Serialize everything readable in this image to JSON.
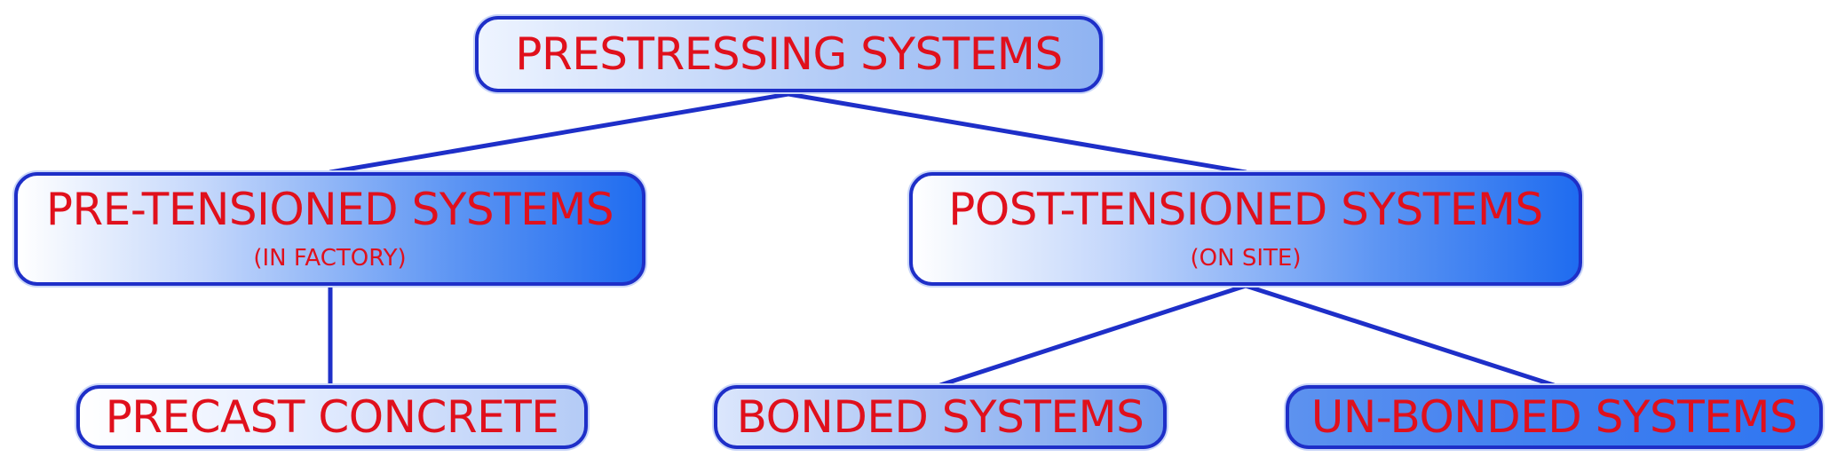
{
  "diagram": {
    "nodes": {
      "root": {
        "label": "PRESTRESSING SYSTEMS"
      },
      "pre_tensioned": {
        "label": "PRE-TENSIONED SYSTEMS",
        "sublabel": "(IN FACTORY)"
      },
      "post_tensioned": {
        "label": "POST-TENSIONED SYSTEMS",
        "sublabel": "(ON SITE)"
      },
      "precast": {
        "label": "PRECAST CONCRETE"
      },
      "bonded": {
        "label": "BONDED SYSTEMS"
      },
      "unbonded": {
        "label": "UN-BONDED SYSTEMS"
      }
    },
    "edges": [
      {
        "from": "root",
        "to": "pre_tensioned"
      },
      {
        "from": "root",
        "to": "post_tensioned"
      },
      {
        "from": "pre_tensioned",
        "to": "precast"
      },
      {
        "from": "post_tensioned",
        "to": "bonded"
      },
      {
        "from": "post_tensioned",
        "to": "unbonded"
      }
    ],
    "colors": {
      "border": "#1e2fc8",
      "text": "#e0101c",
      "connector": "#1e2fc8"
    }
  }
}
